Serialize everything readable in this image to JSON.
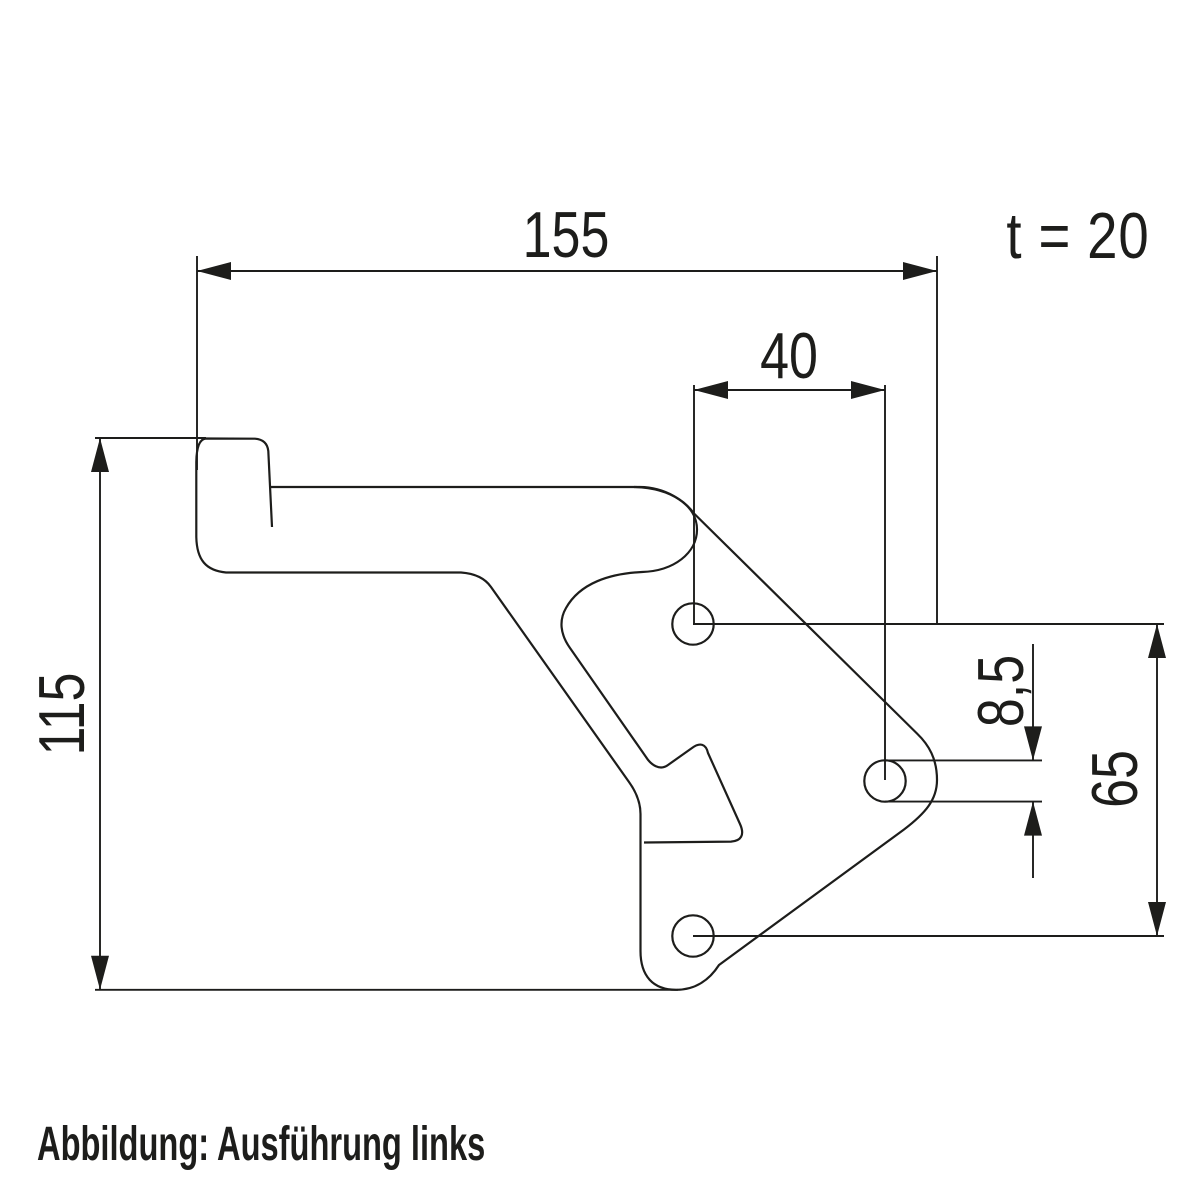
{
  "drawing": {
    "background": "#ffffff",
    "line_color": "#1d1d1b",
    "caption": "Abbildung: Ausführung links",
    "thickness_label": "t = 20",
    "dimensions": {
      "overall_width": "155",
      "hole_offset_x": "40",
      "overall_height": "115",
      "hole_slot_width": "8,5",
      "hole_offset_y": "65"
    }
  }
}
